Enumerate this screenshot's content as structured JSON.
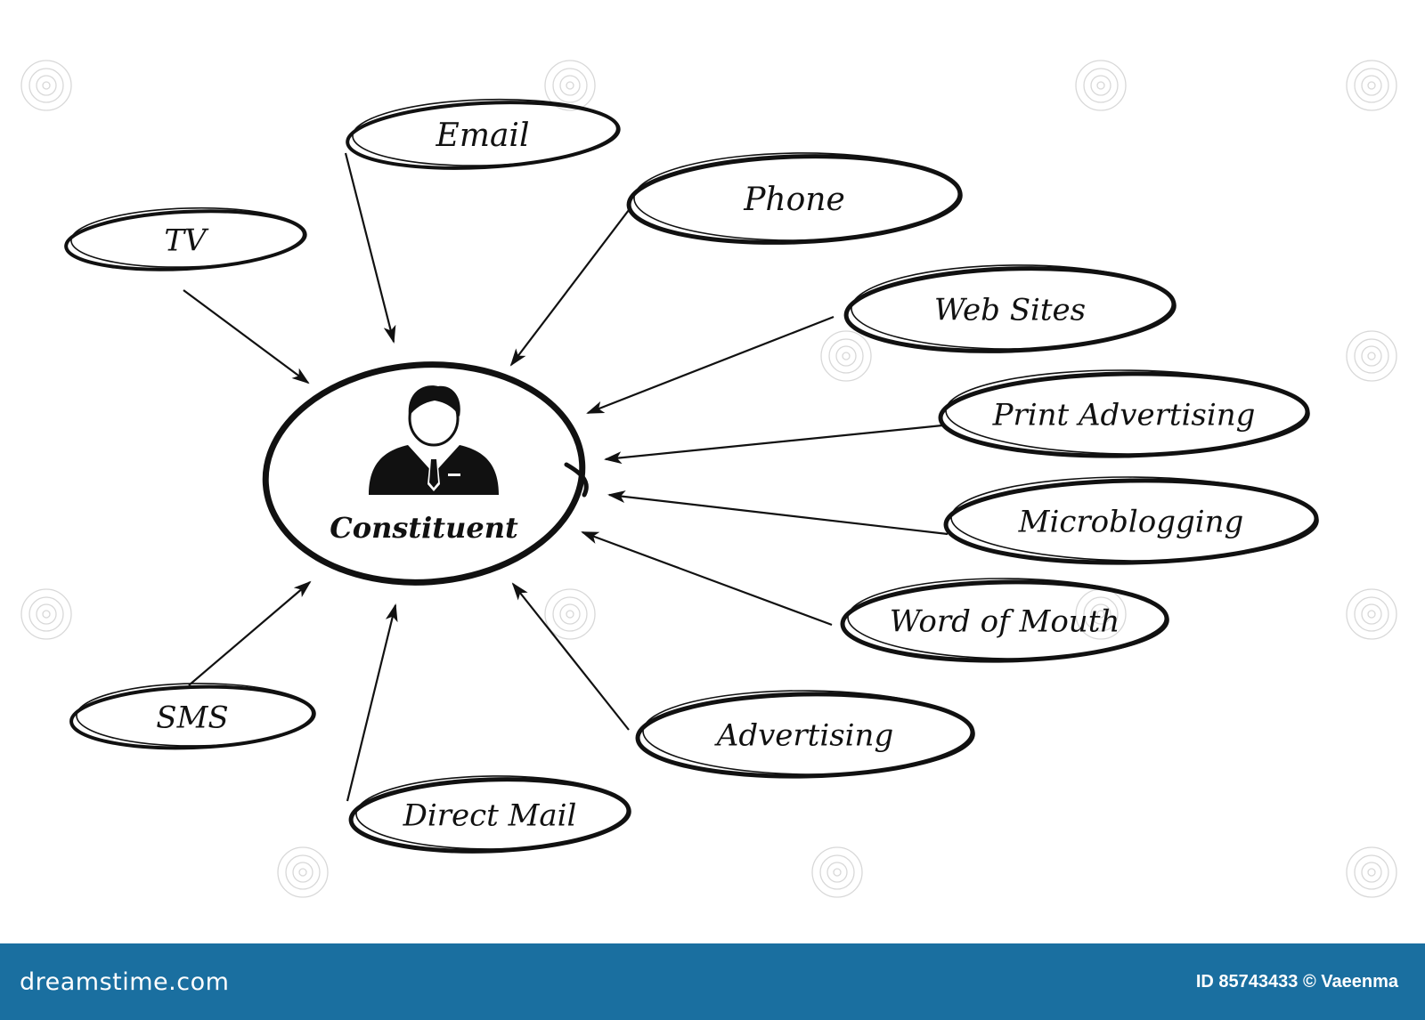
{
  "diagram": {
    "center": {
      "label": "Constituent",
      "icon": "businessman-icon"
    },
    "nodes": [
      {
        "id": "email",
        "label": "Email"
      },
      {
        "id": "phone",
        "label": "Phone"
      },
      {
        "id": "tv",
        "label": "TV"
      },
      {
        "id": "web-sites",
        "label": "Web Sites"
      },
      {
        "id": "print-advertising",
        "label": "Print Advertising"
      },
      {
        "id": "microblogging",
        "label": "Microblogging"
      },
      {
        "id": "word-of-mouth",
        "label": "Word of Mouth"
      },
      {
        "id": "advertising",
        "label": "Advertising"
      },
      {
        "id": "direct-mail",
        "label": "Direct Mail"
      },
      {
        "id": "sms",
        "label": "SMS"
      }
    ],
    "edges": [
      {
        "from": "email",
        "to": "center"
      },
      {
        "from": "phone",
        "to": "center"
      },
      {
        "from": "tv",
        "to": "center"
      },
      {
        "from": "web-sites",
        "to": "center"
      },
      {
        "from": "print-advertising",
        "to": "center"
      },
      {
        "from": "microblogging",
        "to": "center"
      },
      {
        "from": "word-of-mouth",
        "to": "center"
      },
      {
        "from": "advertising",
        "to": "center"
      },
      {
        "from": "direct-mail",
        "to": "center"
      },
      {
        "from": "sms",
        "to": "center"
      }
    ]
  },
  "footer": {
    "brand": "dreamstime.com",
    "credit": "ID 85743433 © Vaeenma",
    "background": "#1a6fa0"
  },
  "colors": {
    "ink": "#111111",
    "background": "#ffffff",
    "watermark": "#d8d8d8"
  }
}
